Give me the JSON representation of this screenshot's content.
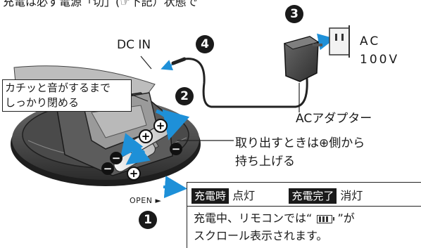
{
  "top_note": "充電は必ず電源「切」(☞下記）状態で",
  "labels": {
    "dc_in": "DC IN",
    "ac_line1": "AC",
    "ac_line2": "100V",
    "ac_adapter": "ACアダプター",
    "take_out_line1": "取り出すときは⊕側から",
    "take_out_line2": "持ち上げる",
    "latch_line1": "カチッと音がするまで",
    "latch_line2": "しっかり閉める",
    "open": "OPEN ►"
  },
  "steps": [
    "1",
    "2",
    "3",
    "4"
  ],
  "battery_polarity": {
    "plus": "+",
    "minus": "−"
  },
  "info_box": {
    "charging_tag": "充電時",
    "charging_status": "点灯",
    "complete_tag": "充電完了",
    "complete_status": "消灯",
    "note_line1_a": "充電中、リモコンでは“",
    "note_line1_b": "”が",
    "note_line2": "スクロール表示されます。"
  },
  "colors": {
    "arrow_blue": "#1e90d8",
    "ink": "#1a1a1a",
    "player_dark": "#3a3a3a"
  }
}
